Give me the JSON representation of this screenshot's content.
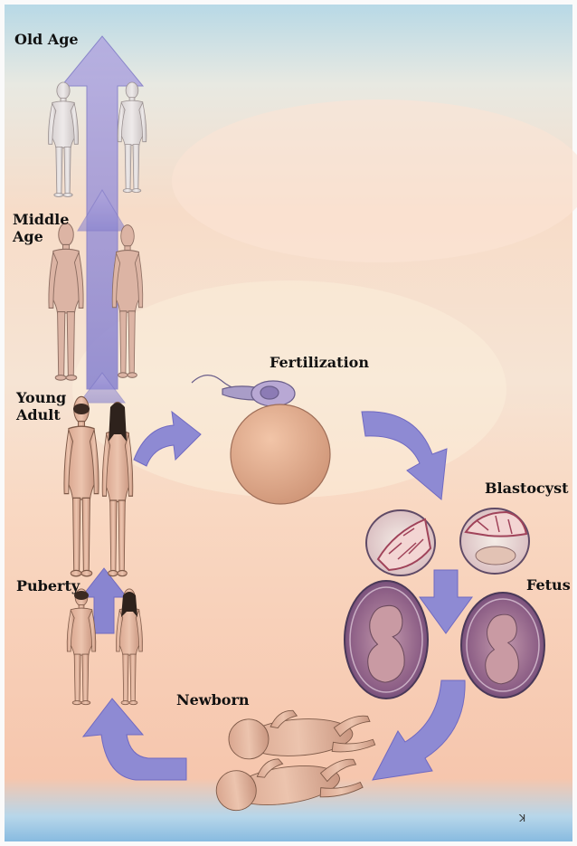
{
  "stages": {
    "old_age": "Old Age",
    "middle_age": "Middle Age",
    "young_adult": "Young Adult",
    "puberty": "Puberty",
    "fertilization": "Fertilization",
    "blastocyst": "Blastocyst",
    "fetus": "Fetus",
    "newborn": "Newborn"
  },
  "signature": "ꓘ",
  "colors": {
    "arrow": "#8e8ad3",
    "arrow_dark": "#6f69c2",
    "sky_top": "#a9d4e6",
    "sky_peach": "#f7cdb6",
    "skin": "#e3b49c",
    "egg": "#e3aa8e",
    "womb": "#6f4f7f"
  }
}
